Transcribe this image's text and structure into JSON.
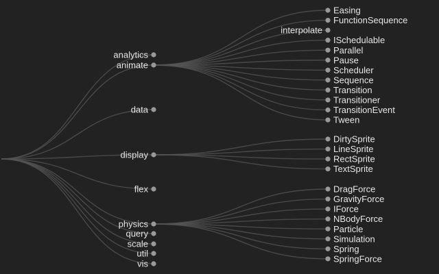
{
  "colors": {
    "background": "#222222",
    "link": "#555555",
    "node": "#999999",
    "label": "#e6e6e6"
  },
  "tree": {
    "name": "",
    "children": [
      {
        "name": "analytics"
      },
      {
        "name": "animate",
        "children": [
          {
            "name": "Easing"
          },
          {
            "name": "FunctionSequence"
          },
          {
            "name": "interpolate"
          },
          {
            "name": "ISchedulable"
          },
          {
            "name": "Parallel"
          },
          {
            "name": "Pause"
          },
          {
            "name": "Scheduler"
          },
          {
            "name": "Sequence"
          },
          {
            "name": "Transition"
          },
          {
            "name": "Transitioner"
          },
          {
            "name": "TransitionEvent"
          },
          {
            "name": "Tween"
          }
        ]
      },
      {
        "name": "data"
      },
      {
        "name": "display",
        "children": [
          {
            "name": "DirtySprite"
          },
          {
            "name": "LineSprite"
          },
          {
            "name": "RectSprite"
          },
          {
            "name": "TextSprite"
          }
        ]
      },
      {
        "name": "flex"
      },
      {
        "name": "physics",
        "children": [
          {
            "name": "DragForce"
          },
          {
            "name": "GravityForce"
          },
          {
            "name": "IForce"
          },
          {
            "name": "NBodyForce"
          },
          {
            "name": "Particle"
          },
          {
            "name": "Simulation"
          },
          {
            "name": "Spring"
          },
          {
            "name": "SpringForce"
          }
        ]
      },
      {
        "name": "query"
      },
      {
        "name": "scale"
      },
      {
        "name": "util"
      },
      {
        "name": "vis"
      }
    ]
  }
}
